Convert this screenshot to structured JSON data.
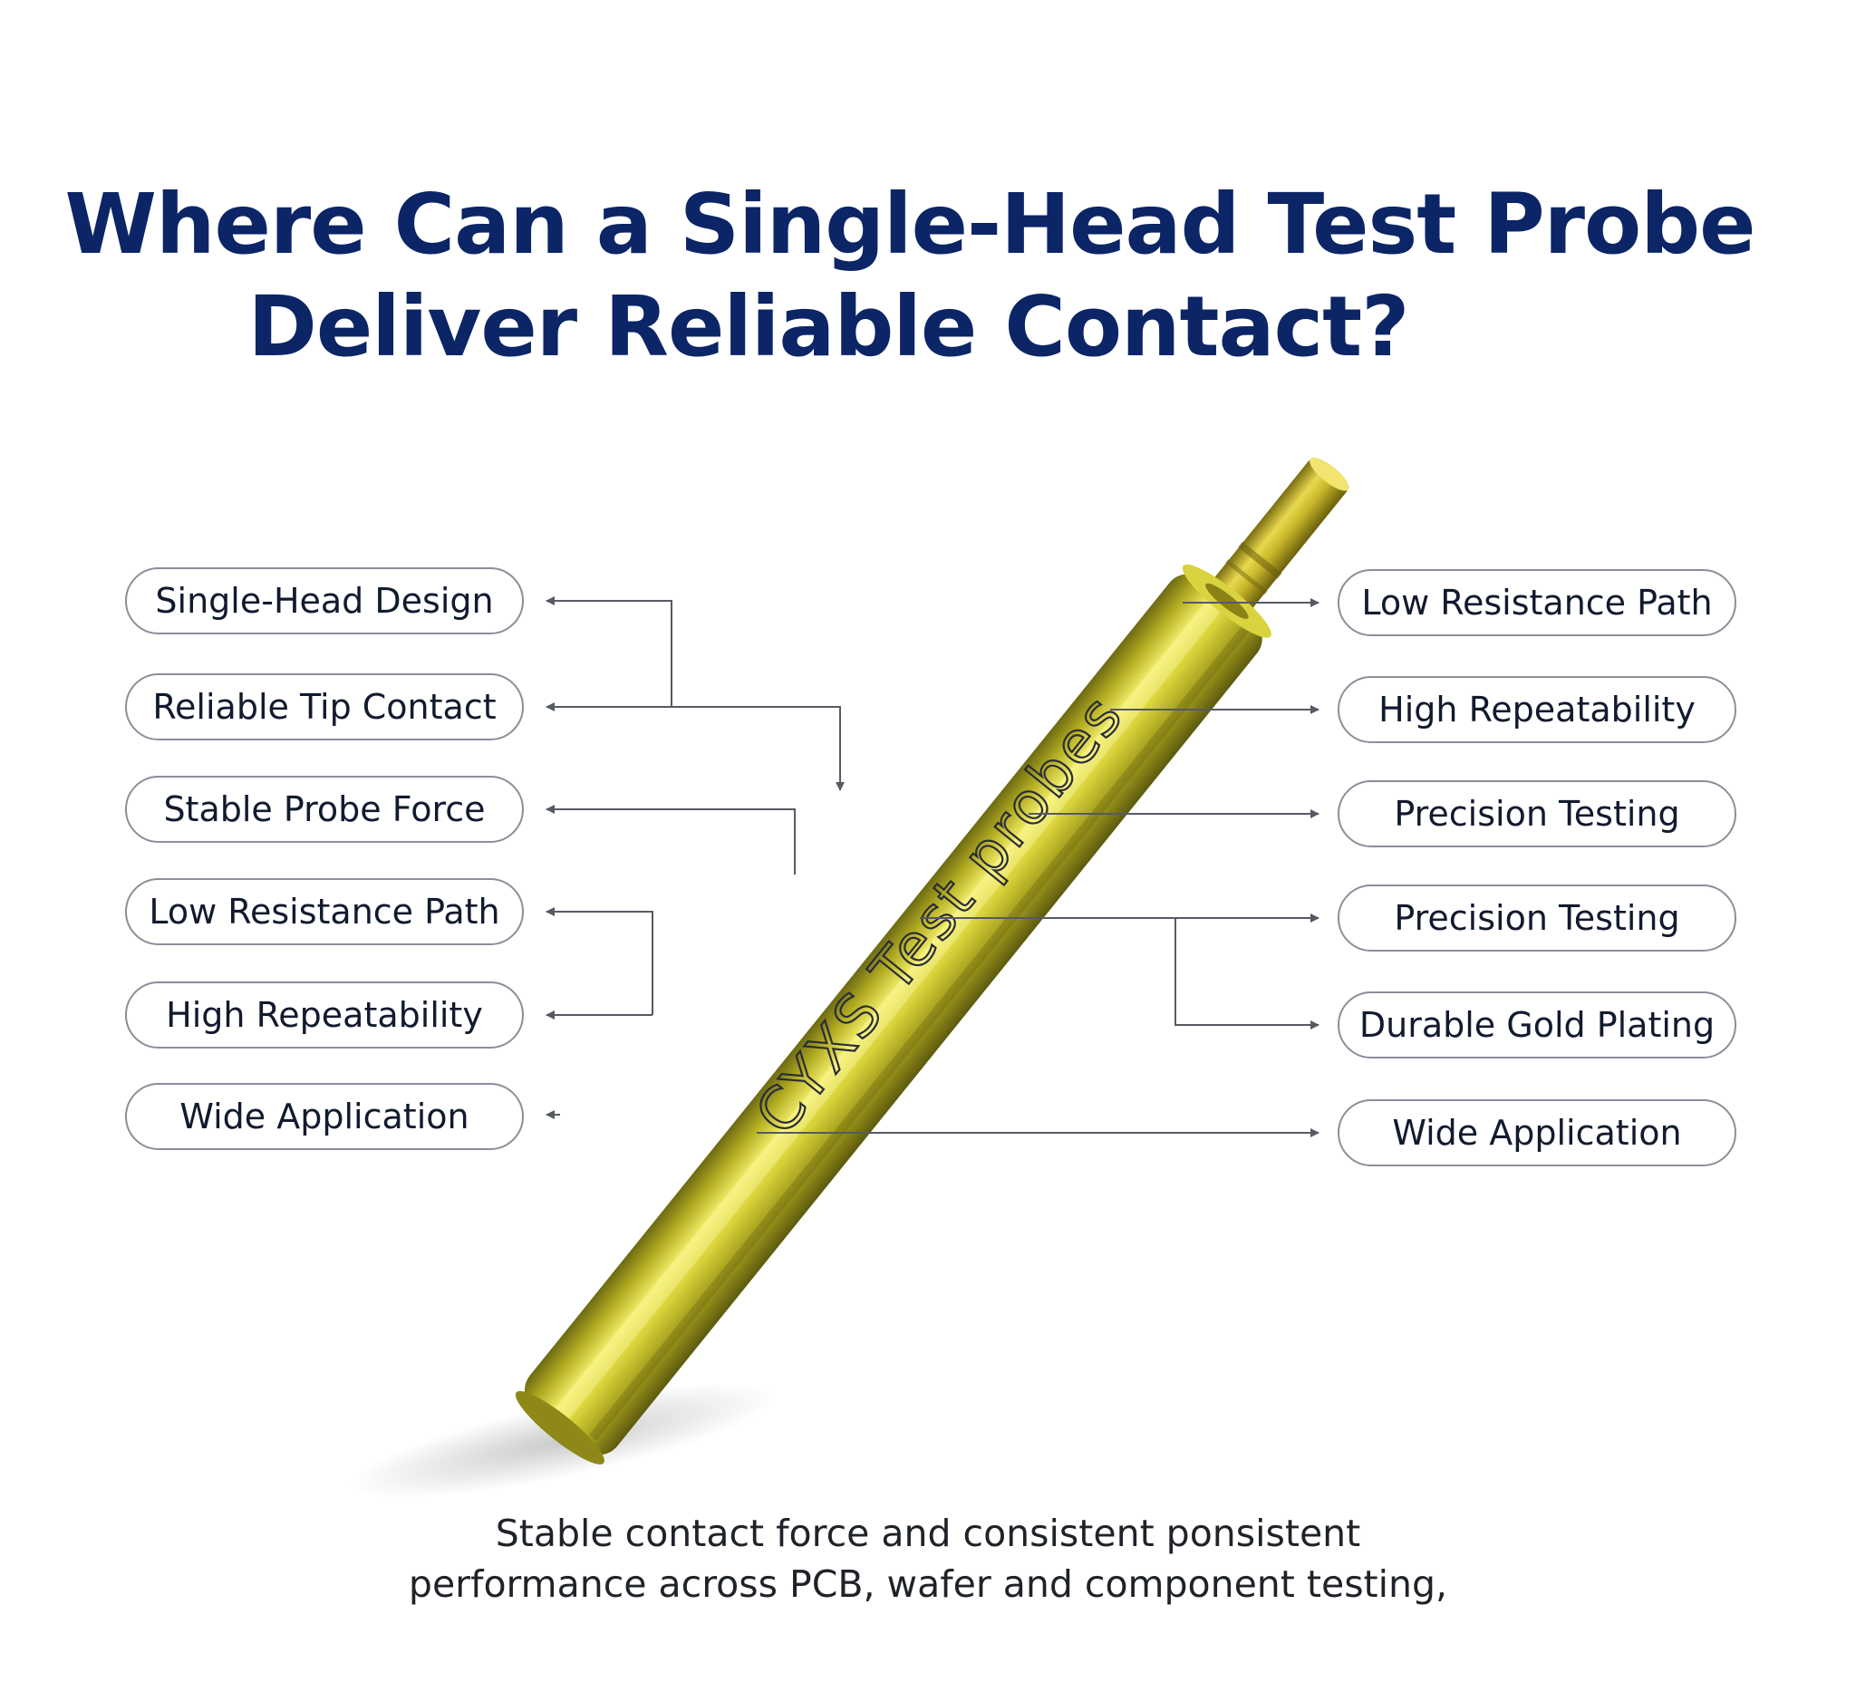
{
  "headline": {
    "line1": "Where Can a Single-Head Test Probe",
    "line2": "Deliver Reliable Contact?"
  },
  "probe": {
    "engraving": "CYXS Test probes",
    "body_color": "#c9c330",
    "highlight_color": "#f3ee6a",
    "shadow_color": "#6d6a12",
    "engraving_color": "#2a2d38"
  },
  "left_features": [
    {
      "label": "Single-Head Design"
    },
    {
      "label": "Reliable Tip Contact"
    },
    {
      "label": "Stable Probe Force"
    },
    {
      "label": "Low Resistance Path"
    },
    {
      "label": "High Repeatability"
    },
    {
      "label": "Wide Application"
    }
  ],
  "right_features": [
    {
      "label": "Low Resistance Path"
    },
    {
      "label": "High Repeatability"
    },
    {
      "label": "Precision Testing"
    },
    {
      "label": "Precision Testing"
    },
    {
      "label": "Durable Gold Plating"
    },
    {
      "label": "Wide Application"
    }
  ],
  "caption": {
    "line1": "Stable contact force and consistent ponsistent",
    "line2": "performance across PCB, wafer and component testing,"
  },
  "colors": {
    "headline": "#0b2566",
    "pill_border": "#8a8f99",
    "connector": "#555a63",
    "text": "#121a2e"
  }
}
